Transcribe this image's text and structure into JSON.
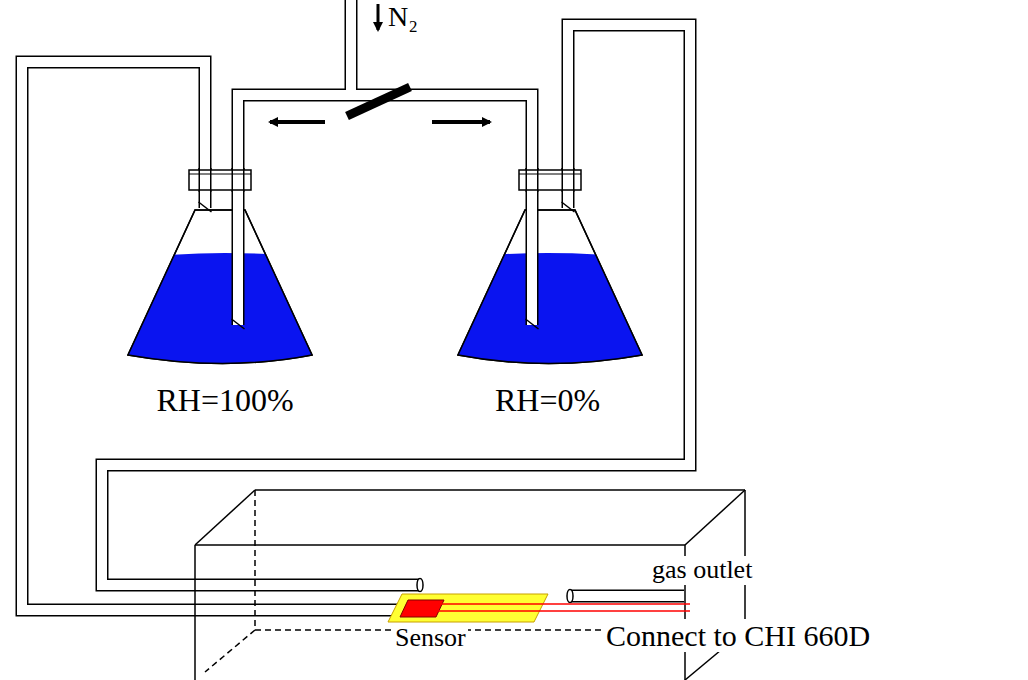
{
  "diagram": {
    "nodes": [
      {
        "text": [
          "RH=100%"
        ]
      },
      {
        "text": [
          "RH=0%"
        ]
      }
    ],
    "labels": [
      "N₂",
      "gas outlet",
      "Sensor",
      "Connect to CHI 660D"
    ]
  }
}
